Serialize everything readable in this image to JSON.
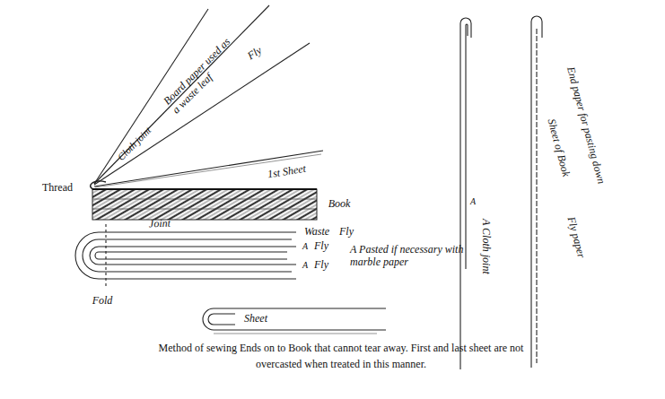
{
  "diagram": {
    "caption": "Method of sewing Ends on to Book that cannot tear away. First and last sheet are not overcasted when treated in this manner.",
    "labels": [
      "Board paper used as a waste leaf",
      "Cloth joint",
      "Fly",
      "1st Sheet",
      "Thread",
      "Book",
      "Joint",
      "Waste",
      "Fly",
      "A",
      "Fly",
      "A",
      "Fly",
      "A Pasted if necessary with marble paper",
      "Fold",
      "Sheet",
      "A",
      "A Cloth joint",
      "End paper for pasting down",
      "Sheet of Book",
      "Fly paper"
    ]
  }
}
